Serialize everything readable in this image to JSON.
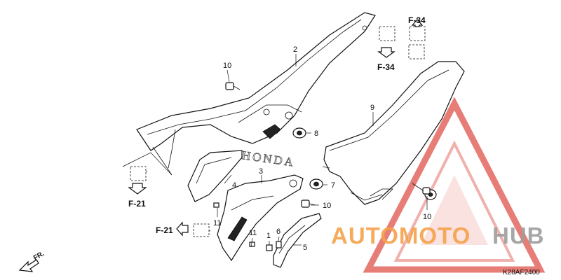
{
  "parts": [
    {
      "key": "p2",
      "label": "2"
    },
    {
      "key": "p3",
      "label": "3"
    },
    {
      "key": "p4",
      "label": "4"
    },
    {
      "key": "p5",
      "label": "5"
    },
    {
      "key": "p6",
      "label": "6"
    },
    {
      "key": "p7",
      "label": "7"
    },
    {
      "key": "p8",
      "label": "8"
    },
    {
      "key": "p9",
      "label": "9"
    },
    {
      "key": "p10a",
      "label": "10"
    },
    {
      "key": "p10b",
      "label": "10"
    },
    {
      "key": "p10c",
      "label": "10"
    },
    {
      "key": "p11a",
      "label": "11"
    },
    {
      "key": "p11b",
      "label": "11"
    },
    {
      "key": "p1",
      "label": "1"
    }
  ],
  "refs": {
    "f34_top": "F-34",
    "f34_bottom": "F-34",
    "f21_left": "F-21",
    "f21_mid": "F-21"
  },
  "front_indicator": "FR.",
  "diagram_code": "K28AF2400",
  "watermark": {
    "part1": "AUTOMOTO",
    "part2": "HUB",
    "colors": {
      "orange": "#f4a24a",
      "gray": "#9e9e9e",
      "red": "#e0524a"
    }
  }
}
